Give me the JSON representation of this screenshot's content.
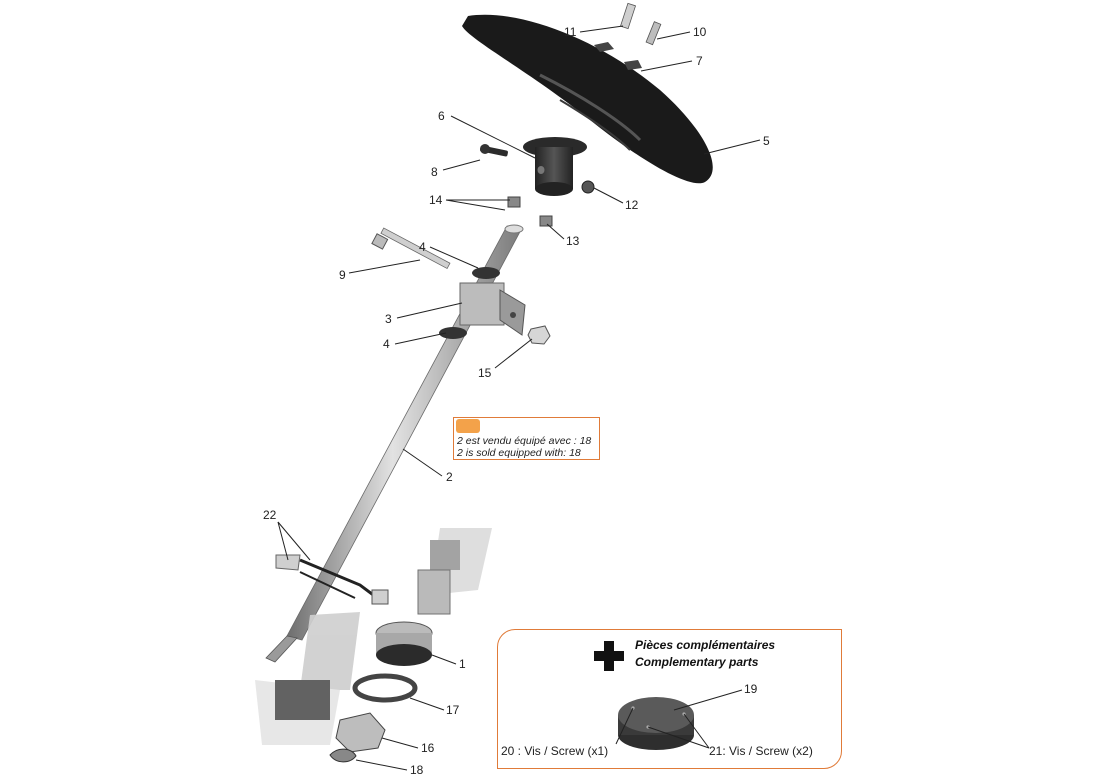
{
  "callouts": {
    "c1": "1",
    "c2": "2",
    "c3": "3",
    "c4a": "4",
    "c4b": "4",
    "c5": "5",
    "c6": "6",
    "c7": "7",
    "c8": "8",
    "c9": "9",
    "c10": "10",
    "c11": "11",
    "c12": "12",
    "c13": "13",
    "c14": "14",
    "c15": "15",
    "c16": "16",
    "c17": "17",
    "c18": "18",
    "c22": "22"
  },
  "note": {
    "icon": "wrench-icon",
    "line_fr": "2 est vendu équipé avec : 18",
    "line_en": "2 is sold equipped with: 18"
  },
  "complementary": {
    "icon": "plus-icon",
    "title_fr": "Pièces complémentaires",
    "title_en": "Complementary parts",
    "label_19": "19",
    "label_20": "20 : Vis / Screw (x1)",
    "label_21": "21: Vis / Screw (x2)"
  },
  "colors": {
    "accent": "#e07b39",
    "parts_dark": "#1c1c1c",
    "shaft": "#9a9a9a"
  }
}
